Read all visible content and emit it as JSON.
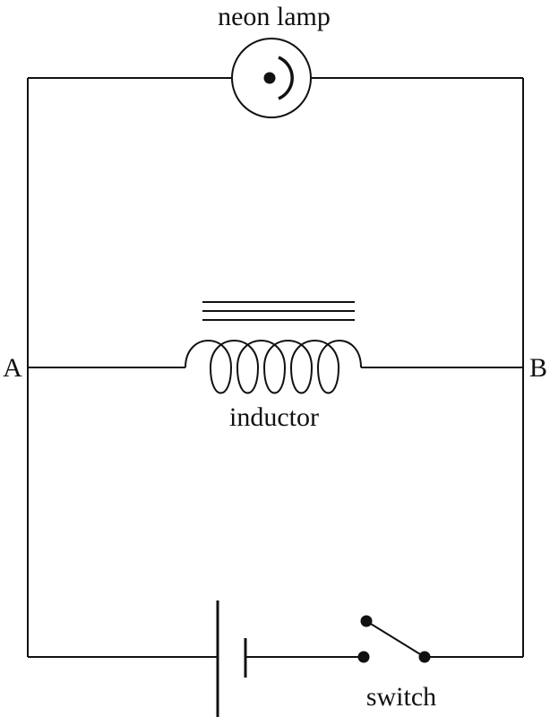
{
  "labels": {
    "neon_lamp": "neon lamp",
    "inductor": "inductor",
    "switch": "switch",
    "node_a": "A",
    "node_b": "B"
  },
  "colors": {
    "ink": "#111111",
    "background": "#ffffff"
  },
  "components": {
    "lamp_icon": "neon-lamp-symbol",
    "inductor_icon": "iron-core-inductor-symbol",
    "battery_icon": "battery-cell-symbol",
    "switch_icon": "open-switch-symbol"
  }
}
